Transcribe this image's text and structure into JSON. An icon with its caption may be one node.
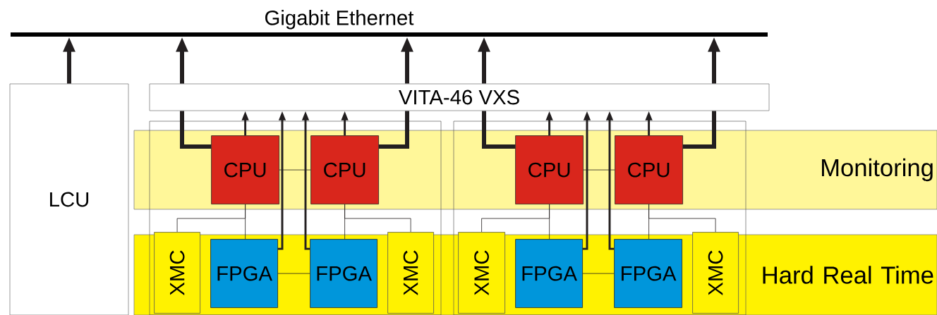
{
  "diagram": {
    "nodes": [
      {
        "text": [
          "Gigabit Ethernet"
        ]
      },
      {
        "text": [
          "LCU"
        ]
      },
      {
        "text": [
          "VITA-46 VXS"
        ]
      },
      {
        "text": [
          "Monitoring"
        ]
      },
      {
        "text": [
          "CPU"
        ],
        "in": 3
      },
      {
        "text": [
          "CPU"
        ],
        "in": 3
      },
      {
        "text": [
          "CPU"
        ],
        "in": 3
      },
      {
        "text": [
          "CPU"
        ],
        "in": 3
      },
      {
        "text": [
          "Hard Real Time"
        ]
      },
      {
        "text": [
          "XMC"
        ],
        "in": 8
      },
      {
        "text": [
          "FPGA"
        ],
        "in": 8
      },
      {
        "text": [
          "FPGA"
        ],
        "in": 8
      },
      {
        "text": [
          "XMC"
        ],
        "in": 8
      },
      {
        "text": [
          "XMC"
        ],
        "in": 8
      },
      {
        "text": [
          "FPGA"
        ],
        "in": 8
      },
      {
        "text": [
          "FPGA"
        ],
        "in": 8
      },
      {
        "text": [
          "XMC"
        ],
        "in": 8
      }
    ],
    "edges": [
      {
        "from": 1,
        "to": 0,
        "arrow": "to",
        "style": "thick"
      },
      {
        "from": 2,
        "to": 0,
        "arrow": "to",
        "style": "thick"
      },
      {
        "from": 2,
        "to": 0,
        "arrow": "to",
        "style": "thick"
      },
      {
        "from": 2,
        "to": 0,
        "arrow": "to",
        "style": "thick"
      },
      {
        "from": 2,
        "to": 0,
        "arrow": "to",
        "style": "thick"
      },
      {
        "from": 4,
        "to": 2,
        "arrow": "none",
        "style": "thick"
      },
      {
        "from": 5,
        "to": 2,
        "arrow": "none",
        "style": "thick"
      },
      {
        "from": 6,
        "to": 2,
        "arrow": "none",
        "style": "thick"
      },
      {
        "from": 7,
        "to": 2,
        "arrow": "none",
        "style": "thick"
      },
      {
        "from": 4,
        "to": 2,
        "arrow": "to"
      },
      {
        "from": 5,
        "to": 2,
        "arrow": "to"
      },
      {
        "from": 6,
        "to": 2,
        "arrow": "to"
      },
      {
        "from": 7,
        "to": 2,
        "arrow": "to"
      },
      {
        "from": 10,
        "to": 2,
        "arrow": "to"
      },
      {
        "from": 11,
        "to": 2,
        "arrow": "to"
      },
      {
        "from": 14,
        "to": 2,
        "arrow": "to"
      },
      {
        "from": 15,
        "to": 2,
        "arrow": "to"
      },
      {
        "from": 4,
        "to": 5,
        "arrow": "none"
      },
      {
        "from": 6,
        "to": 7,
        "arrow": "none"
      },
      {
        "from": 10,
        "to": 11,
        "arrow": "none"
      },
      {
        "from": 14,
        "to": 15,
        "arrow": "none"
      },
      {
        "from": 4,
        "to": 10,
        "arrow": "none"
      },
      {
        "from": 5,
        "to": 11,
        "arrow": "none"
      },
      {
        "from": 6,
        "to": 14,
        "arrow": "none"
      },
      {
        "from": 7,
        "to": 15,
        "arrow": "none"
      },
      {
        "from": 4,
        "to": 9,
        "arrow": "none"
      },
      {
        "from": 5,
        "to": 12,
        "arrow": "none"
      },
      {
        "from": 6,
        "to": 13,
        "arrow": "none"
      },
      {
        "from": 7,
        "to": 16,
        "arrow": "none"
      }
    ]
  }
}
